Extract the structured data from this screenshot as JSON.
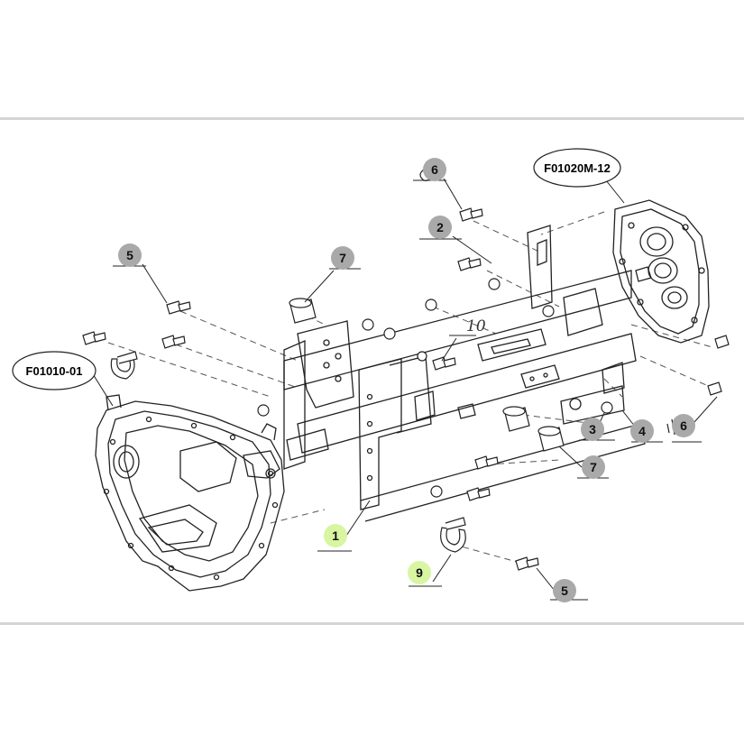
{
  "refs": {
    "left": "F01010-01",
    "right": "F01020M-12"
  },
  "callouts": [
    {
      "id": "c6-top",
      "label": "6",
      "highlight": false
    },
    {
      "id": "c2",
      "label": "2",
      "highlight": false
    },
    {
      "id": "c5-left",
      "label": "5",
      "highlight": false
    },
    {
      "id": "c7-top",
      "label": "7",
      "highlight": false
    },
    {
      "id": "c3",
      "label": "3",
      "highlight": false
    },
    {
      "id": "c4",
      "label": "4",
      "highlight": false
    },
    {
      "id": "c6-right",
      "label": "6",
      "highlight": false
    },
    {
      "id": "c7-right",
      "label": "7",
      "highlight": false
    },
    {
      "id": "c1",
      "label": "1",
      "highlight": true
    },
    {
      "id": "c9",
      "label": "9",
      "highlight": true
    },
    {
      "id": "c5-right",
      "label": "5",
      "highlight": false
    }
  ],
  "handwritten": "10",
  "colors": {
    "callout_fill": "#a9a9a9",
    "callout_highlight": "#d8f5a2",
    "line": "#222222",
    "frame": "#d4d4d4"
  }
}
